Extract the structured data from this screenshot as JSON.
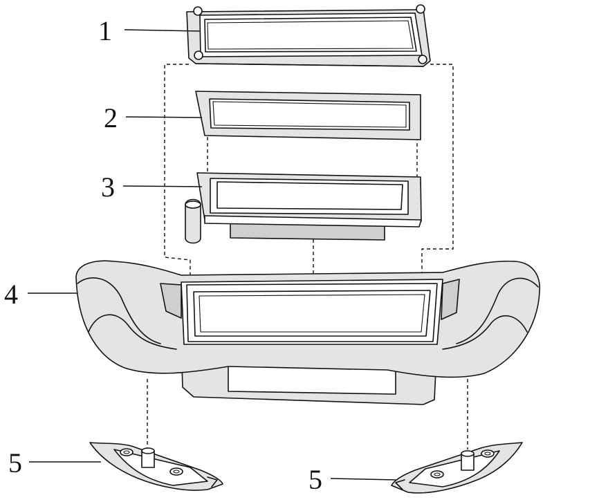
{
  "callouts": [
    {
      "id": "part-1",
      "label": "1"
    },
    {
      "id": "part-2",
      "label": "2"
    },
    {
      "id": "part-3",
      "label": "3"
    },
    {
      "id": "part-4",
      "label": "4"
    },
    {
      "id": "part-5-left",
      "label": "5"
    },
    {
      "id": "part-5-right",
      "label": "5"
    }
  ],
  "colors": {
    "line": "#111111",
    "background": "#ffffff",
    "shade": "#e4e4e4"
  }
}
